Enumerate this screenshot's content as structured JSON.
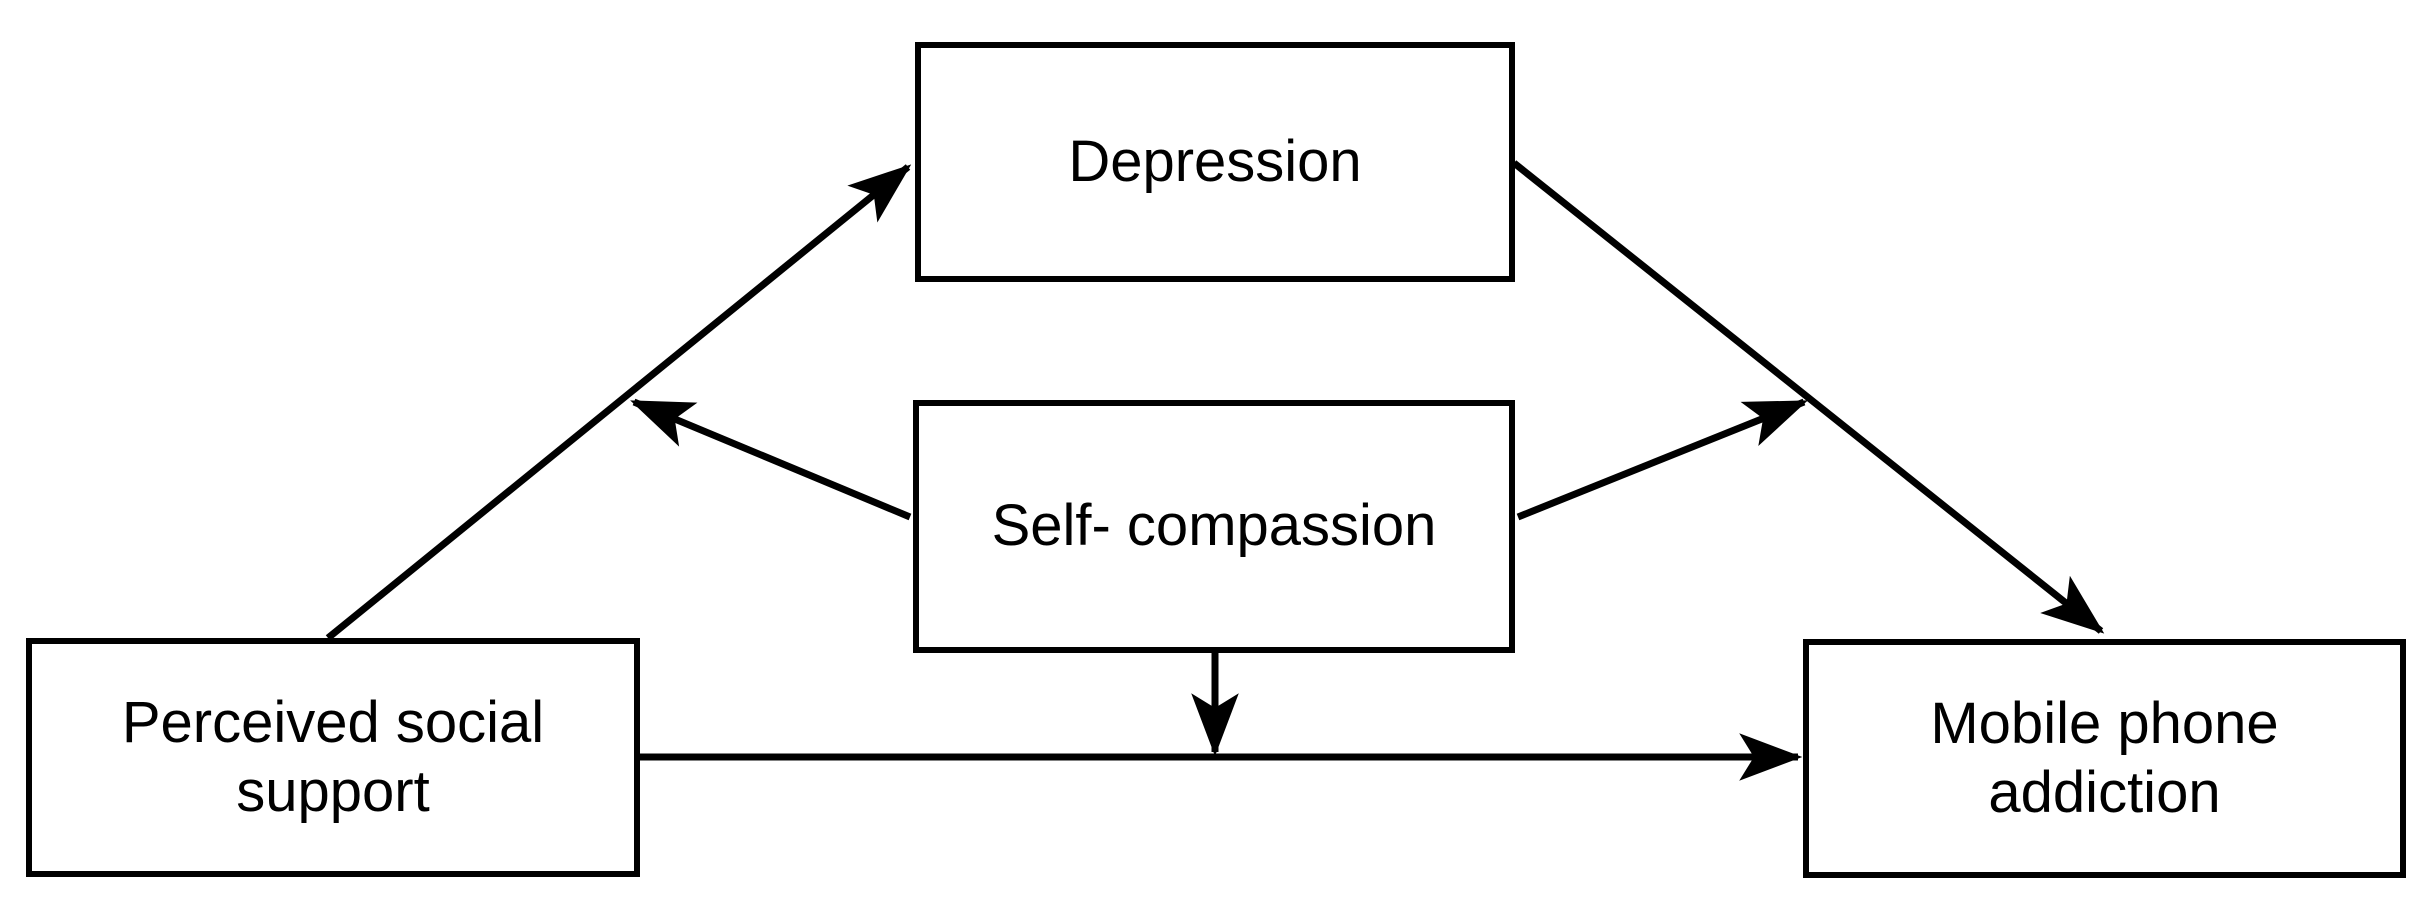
{
  "diagram": {
    "type": "conceptual-model-path-diagram",
    "background_color": "#ffffff",
    "line_color": "#000000",
    "nodes": [
      {
        "id": "perceived-social-support",
        "label": "Perceived social\nsupport"
      },
      {
        "id": "depression",
        "label": "Depression"
      },
      {
        "id": "self-compassion",
        "label": "Self- compassion"
      },
      {
        "id": "mobile-phone-addiction",
        "label": "Mobile phone\naddiction"
      }
    ],
    "edges": [
      {
        "id": "pss-to-depression",
        "from": "perceived-social-support",
        "to": "depression",
        "style": "solid",
        "arrow": "single"
      },
      {
        "id": "depression-to-mobile",
        "from": "depression",
        "to": "mobile-phone-addiction",
        "style": "solid",
        "arrow": "single"
      },
      {
        "id": "pss-to-mobile",
        "from": "perceived-social-support",
        "to": "mobile-phone-addiction",
        "style": "solid",
        "arrow": "single"
      },
      {
        "id": "self-compassion-to-pss-depression-path",
        "from": "self-compassion",
        "to": "pss-to-depression",
        "style": "solid",
        "arrow": "single",
        "role": "moderator"
      },
      {
        "id": "self-compassion-to-depression-mobile-path",
        "from": "self-compassion",
        "to": "depression-to-mobile",
        "style": "solid",
        "arrow": "single",
        "role": "moderator"
      },
      {
        "id": "self-compassion-to-pss-mobile-path",
        "from": "self-compassion",
        "to": "pss-to-mobile",
        "style": "solid",
        "arrow": "single",
        "role": "moderator"
      }
    ]
  }
}
